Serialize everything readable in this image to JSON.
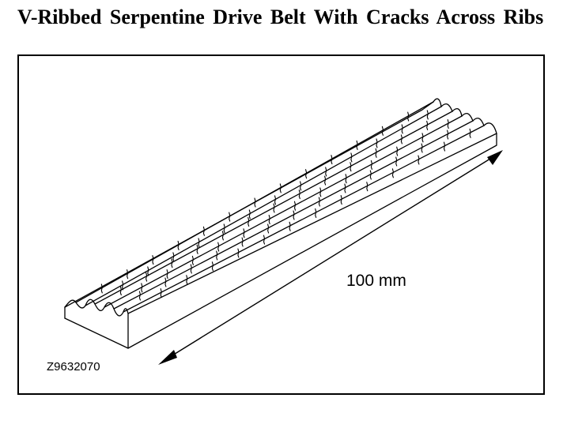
{
  "title": "V-Ribbed Serpentine Drive Belt With Cracks Across Ribs",
  "figure": {
    "dimension_label": "100 mm",
    "figure_id": "Z9632070"
  }
}
